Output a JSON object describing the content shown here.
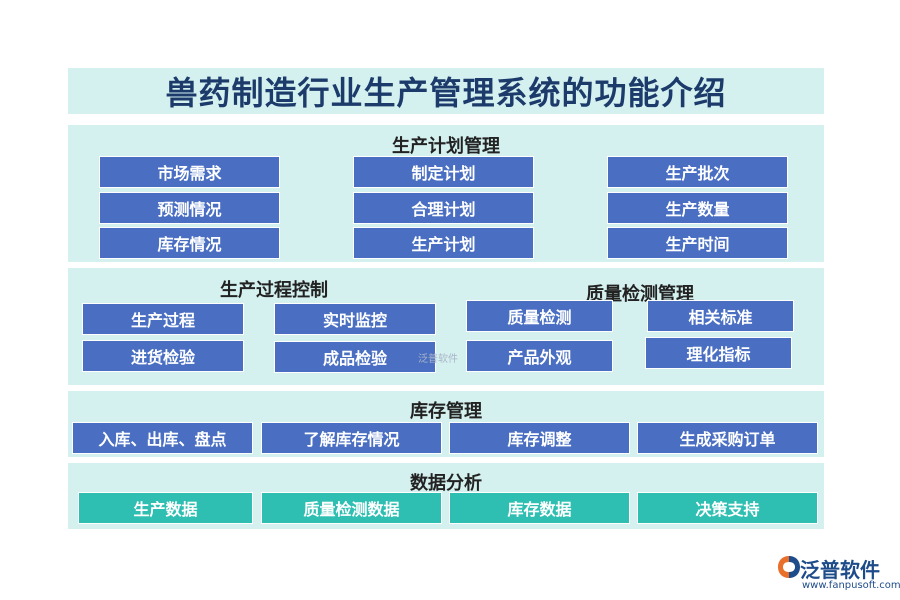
{
  "title": "兽药制造行业生产管理系统的功能介绍",
  "sections": {
    "plan": {
      "title": "生产计划管理",
      "items": [
        "市场需求",
        "制定计划",
        "生产批次",
        "预测情况",
        "合理计划",
        "生产数量",
        "库存情况",
        "生产计划",
        "生产时间"
      ]
    },
    "process": {
      "title": "生产过程控制",
      "items": [
        "生产过程",
        "实时监控",
        "进货检验",
        "成品检验"
      ]
    },
    "quality": {
      "title": "质量检测管理",
      "items": [
        "质量检测",
        "相关标准",
        "产品外观",
        "理化指标"
      ]
    },
    "inventory": {
      "title": "库存管理",
      "items": [
        "入库、出库、盘点",
        "了解库存情况",
        "库存调整",
        "生成采购订单"
      ]
    },
    "analysis": {
      "title": "数据分析",
      "items": [
        "生产数据",
        "质量检测数据",
        "库存数据",
        "决策支持"
      ]
    }
  },
  "watermark": "泛普软件",
  "logo": {
    "name": "泛普软件",
    "url": "www.fanpusoft.com",
    "icon": "fanpu-logo-icon"
  },
  "colors": {
    "panel": "#d4f1ef",
    "blue_box": "#4a6fc2",
    "teal_box": "#2ebfb2",
    "title": "#1c3b6b"
  }
}
